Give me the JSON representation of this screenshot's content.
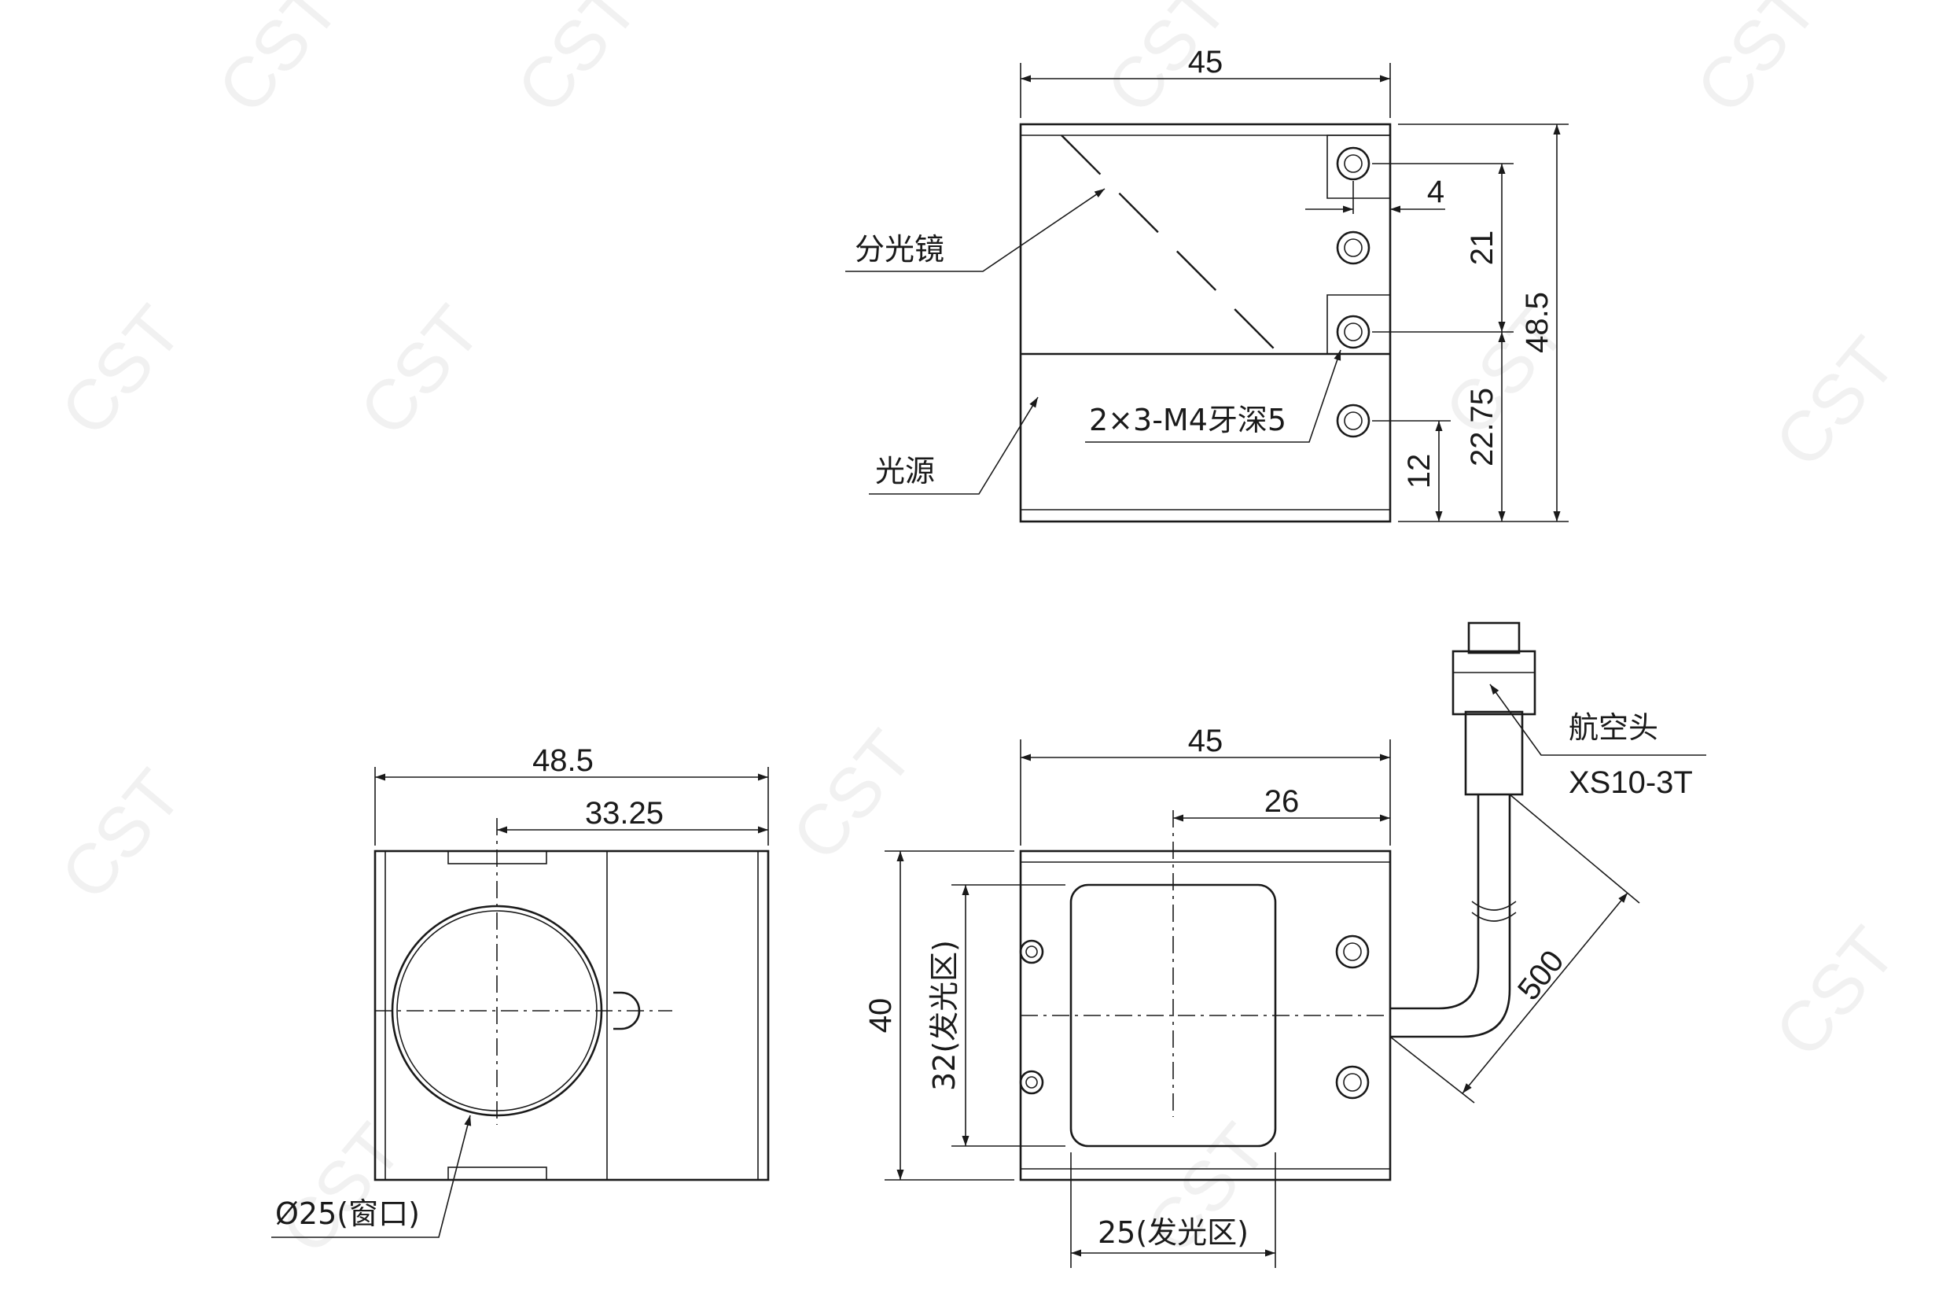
{
  "watermark": "CST",
  "top_view": {
    "width_dim": "45",
    "dim_4": "4",
    "dim_21": "21",
    "dim_48_5": "48.5",
    "dim_22_75": "22.75",
    "dim_12": "12",
    "label_beamsplitter": "分光镜",
    "label_light_source": "光源",
    "label_thread": "2×3-M4牙深5"
  },
  "side_view": {
    "width_dim": "48.5",
    "offset_dim": "33.25",
    "window_label": "Ø25(窗口)"
  },
  "front_view": {
    "width_dim": "45",
    "offset_dim": "26",
    "height_dim": "40",
    "emit_height": "32(发光区)",
    "emit_width": "25(发光区)",
    "connector_label": "航空头",
    "connector_model": "XS10-3T",
    "cable_length": "500"
  }
}
